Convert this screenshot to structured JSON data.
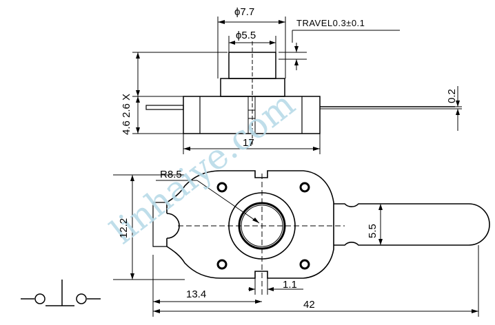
{
  "dimensions": {
    "phi_outer": "ϕ7.7",
    "phi_inner": "ϕ5.5",
    "travel": "TRAVEL0.3±0.1",
    "height_left": "4.6 2.6 X",
    "lead_thickness": "0.2",
    "body_width": "17",
    "radius": "R8.5",
    "body_height": "12.2",
    "lead_width": "5.5",
    "offset": "13.4",
    "slot": "1.1",
    "overall_length": "42"
  },
  "watermark": "linhaiye.com",
  "colors": {
    "line": "#000000",
    "watermark": "#b9dbe8",
    "background": "#ffffff"
  }
}
